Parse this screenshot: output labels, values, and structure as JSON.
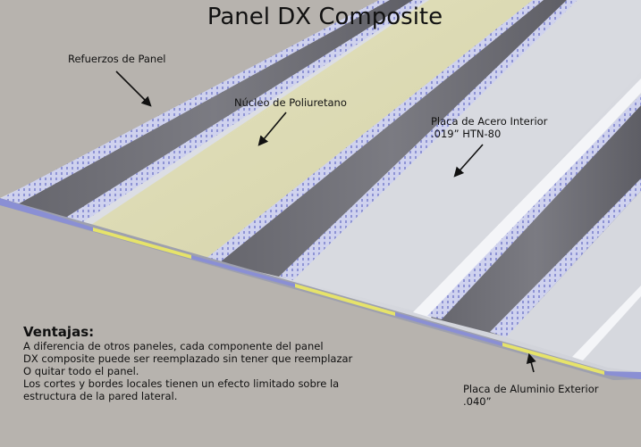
{
  "title": "Panel DX Composite",
  "labels": {
    "refuerzos": "Refuerzos de Panel",
    "nucleo": "Núcleo de Poliuretano",
    "acero": "Placa de Acero Interior\n.019” HTN-80",
    "aluminio": "Placa de Aluminio Exterior\n.040”"
  },
  "ventajas": {
    "heading": "Ventajas:",
    "lines": [
      "A diferencia de otros paneles,  cada componente del panel",
      "DX composite puede ser reemplazado sin tener que reemplazar",
      "O quitar todo el panel.",
      "Los cortes y bordes locales tienen un efecto limitado sobre la",
      "estructura de la pared lateral."
    ]
  },
  "colors": {
    "background": "#b7b3ae",
    "steel_plate": "#d9dbe1",
    "foam_core": "#dedcb4",
    "stiffener": "#6f6f76",
    "edge_highlight": "#e6e36a",
    "rib": "#aeb2e6"
  }
}
